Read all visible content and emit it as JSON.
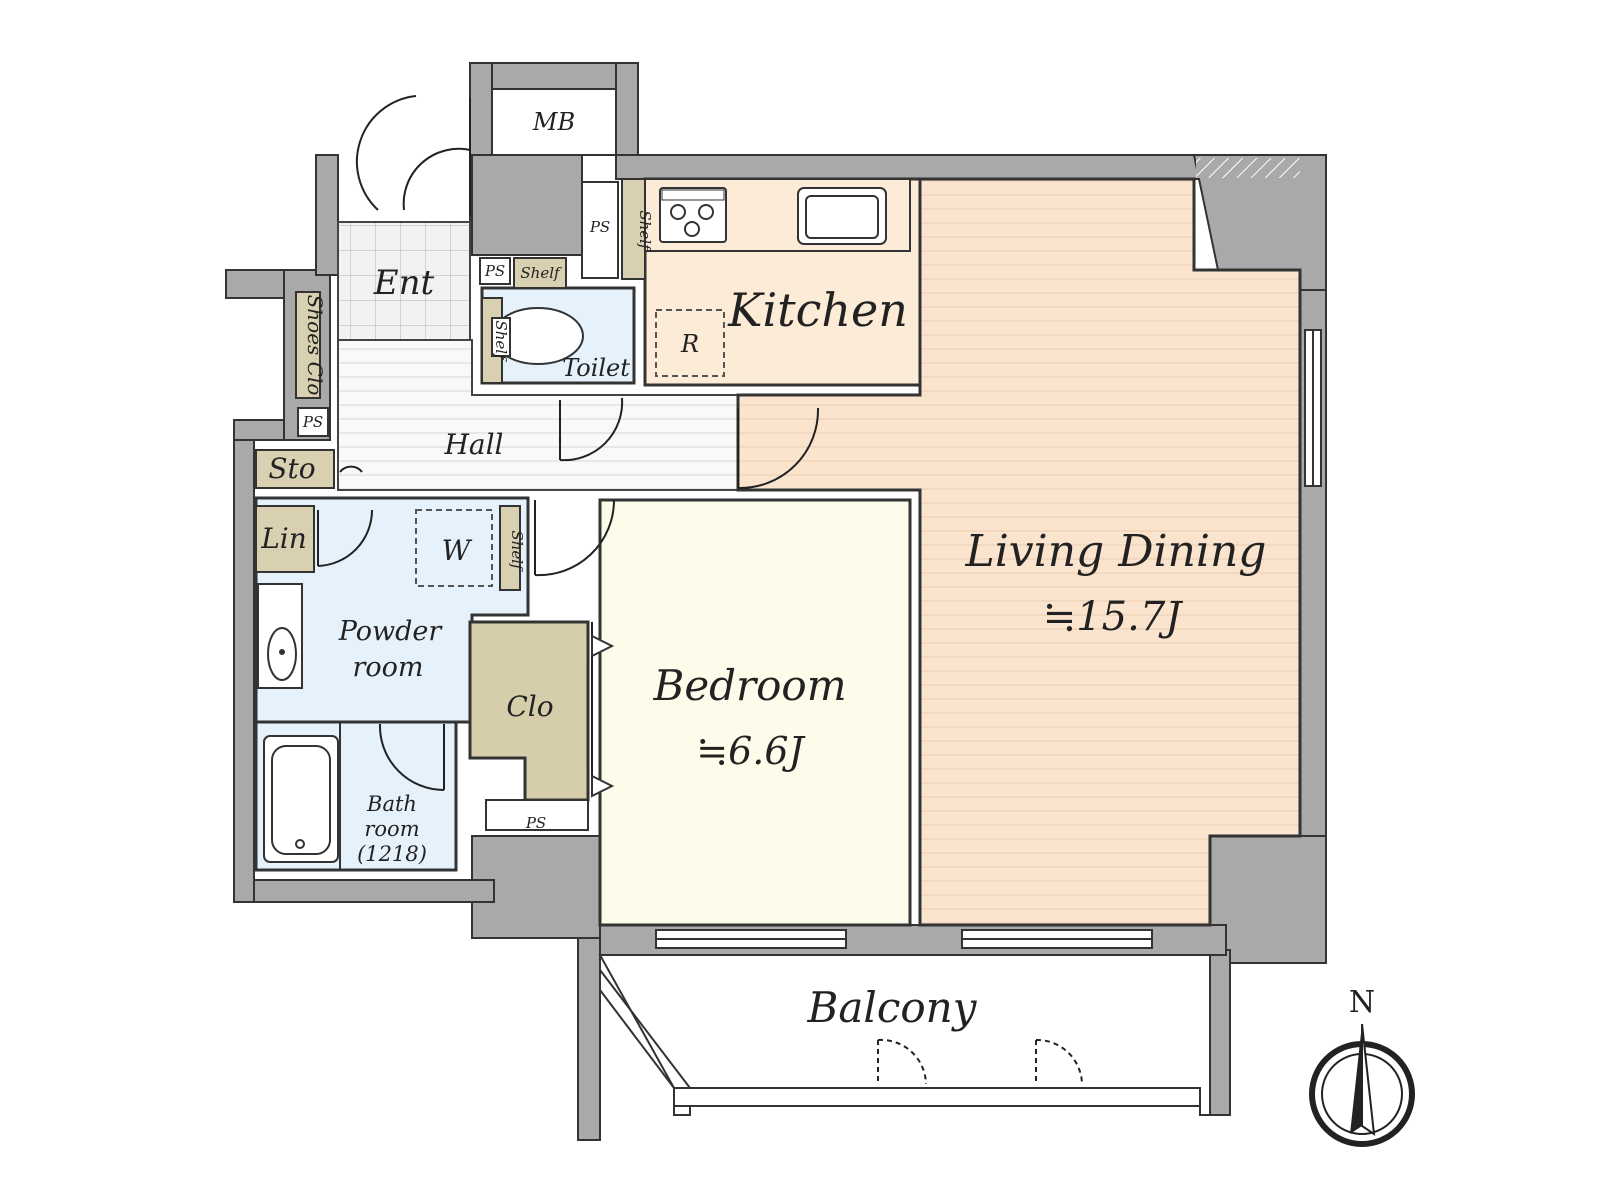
{
  "rooms": {
    "mb": "MB",
    "ps_kitchen": "PS",
    "shelf_kitchen": "Shelf",
    "ent": "Ent",
    "ps_toilet": "PS",
    "shelf_toilet_top": "Shelf",
    "shelf_toilet_side": "Shelf",
    "toilet": "Toilet",
    "kitchen": "Kitchen",
    "r": "R",
    "shoes_clo": "Shoes Clo",
    "ps_hall": "PS",
    "hall": "Hall",
    "sto": "Sto",
    "lin": "Lin",
    "w": "W",
    "shelf_powder": "Shelf",
    "powder_line1": "Powder",
    "powder_line2": "room",
    "clo": "Clo",
    "bath_line1": "Bath",
    "bath_line2": "room",
    "bath_line3": "(1218)",
    "ps_bath": "PS",
    "bedroom": "Bedroom",
    "bedroom_area": "≒6.6J",
    "living": "Living Dining",
    "living_area": "≒15.7J",
    "balcony": "Balcony",
    "compass": "N"
  },
  "colors": {
    "wall": "#a9a9a9",
    "wet_area": "#e6f2fb",
    "kitchen": "#fcebd6",
    "living": "#fae4cd",
    "bedroom": "#fdfbea",
    "storage": "#d8d0b0",
    "closet": "#d6ceaa",
    "tile": "#f0f0f0"
  }
}
